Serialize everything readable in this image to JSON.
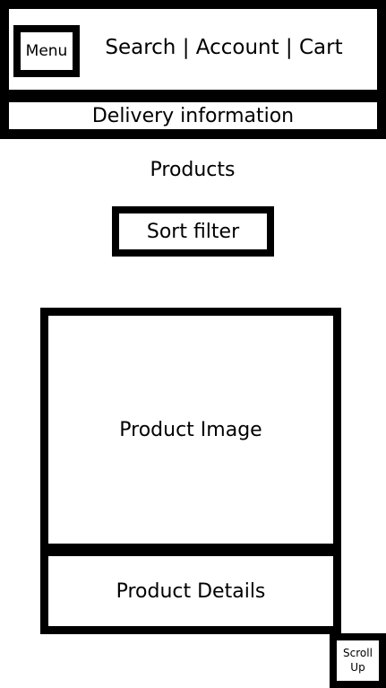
{
  "header": {
    "menu_label": "Menu",
    "nav_label": "Search | Account | Cart",
    "delivery_label": "Delivery information"
  },
  "main": {
    "title": "Products",
    "sort_filter_label": "Sort filter",
    "product_card": {
      "image_label": "Product Image",
      "details_label": "Product Details"
    }
  },
  "footer": {
    "scroll_up_label": "Scroll Up"
  },
  "colors": {
    "border": "#000000",
    "background": "#ffffff"
  }
}
